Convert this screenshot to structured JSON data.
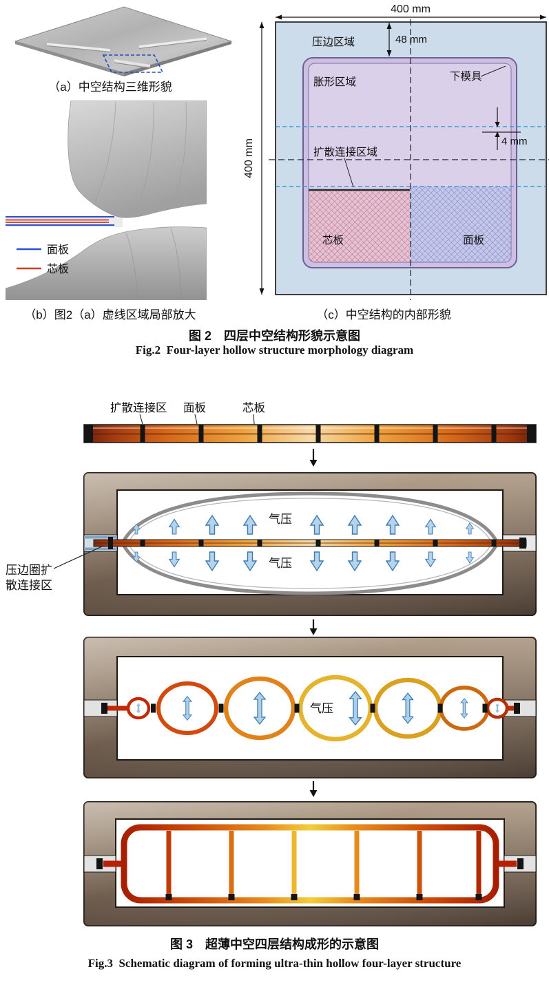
{
  "figure2": {
    "panel_a": {
      "caption": "（a）中空结构三维形貌"
    },
    "panel_b": {
      "caption": "（b）图2（a）虚线区域局部放大",
      "legend": [
        {
          "label": "面板",
          "color": "#2a4fd0"
        },
        {
          "label": "芯板",
          "color": "#d03b1f"
        }
      ]
    },
    "panel_c": {
      "caption": "（c）中空结构的内部形貌",
      "dims": {
        "width": "400 mm",
        "height": "400 mm",
        "flange": "48 mm",
        "core_gap": "4 mm"
      },
      "labels": {
        "flange_zone": "压边区域",
        "bulge_zone": "胀形区域",
        "lower_die": "下模具",
        "diffusion_zone": "扩散连接区域",
        "core_sheet": "芯板",
        "face_sheet": "面板"
      }
    },
    "caption_cn": "图 2　四层中空结构形貌示意图",
    "caption_en": "Fig.2  Four-layer hollow structure morphology diagram"
  },
  "figure3": {
    "labels": {
      "diffusion_zone": "扩散连接区",
      "face_sheet": "面板",
      "core_sheet": "芯板",
      "gas_pressure_top": "气压",
      "gas_pressure_bottom": "气压",
      "gas_pressure_stage3": "气压",
      "clamp_zone_line1": "压边圈扩",
      "clamp_zone_line2": "散连接区"
    },
    "caption_cn": "图 3　超薄中空四层结构成形的示意图",
    "caption_en": "Fig.3  Schematic diagram of forming ultra-thin hollow four-layer structure"
  },
  "colors": {
    "page_bg": "#ffffff",
    "die_fill": "#d8cce9",
    "bg_square": "#cddcea",
    "mold_brown": "#8a7765",
    "sheet_orange": "#e07818",
    "gas_arrow_blue": "#b7d3ea",
    "dashed_blue": "#3d9ad1"
  }
}
